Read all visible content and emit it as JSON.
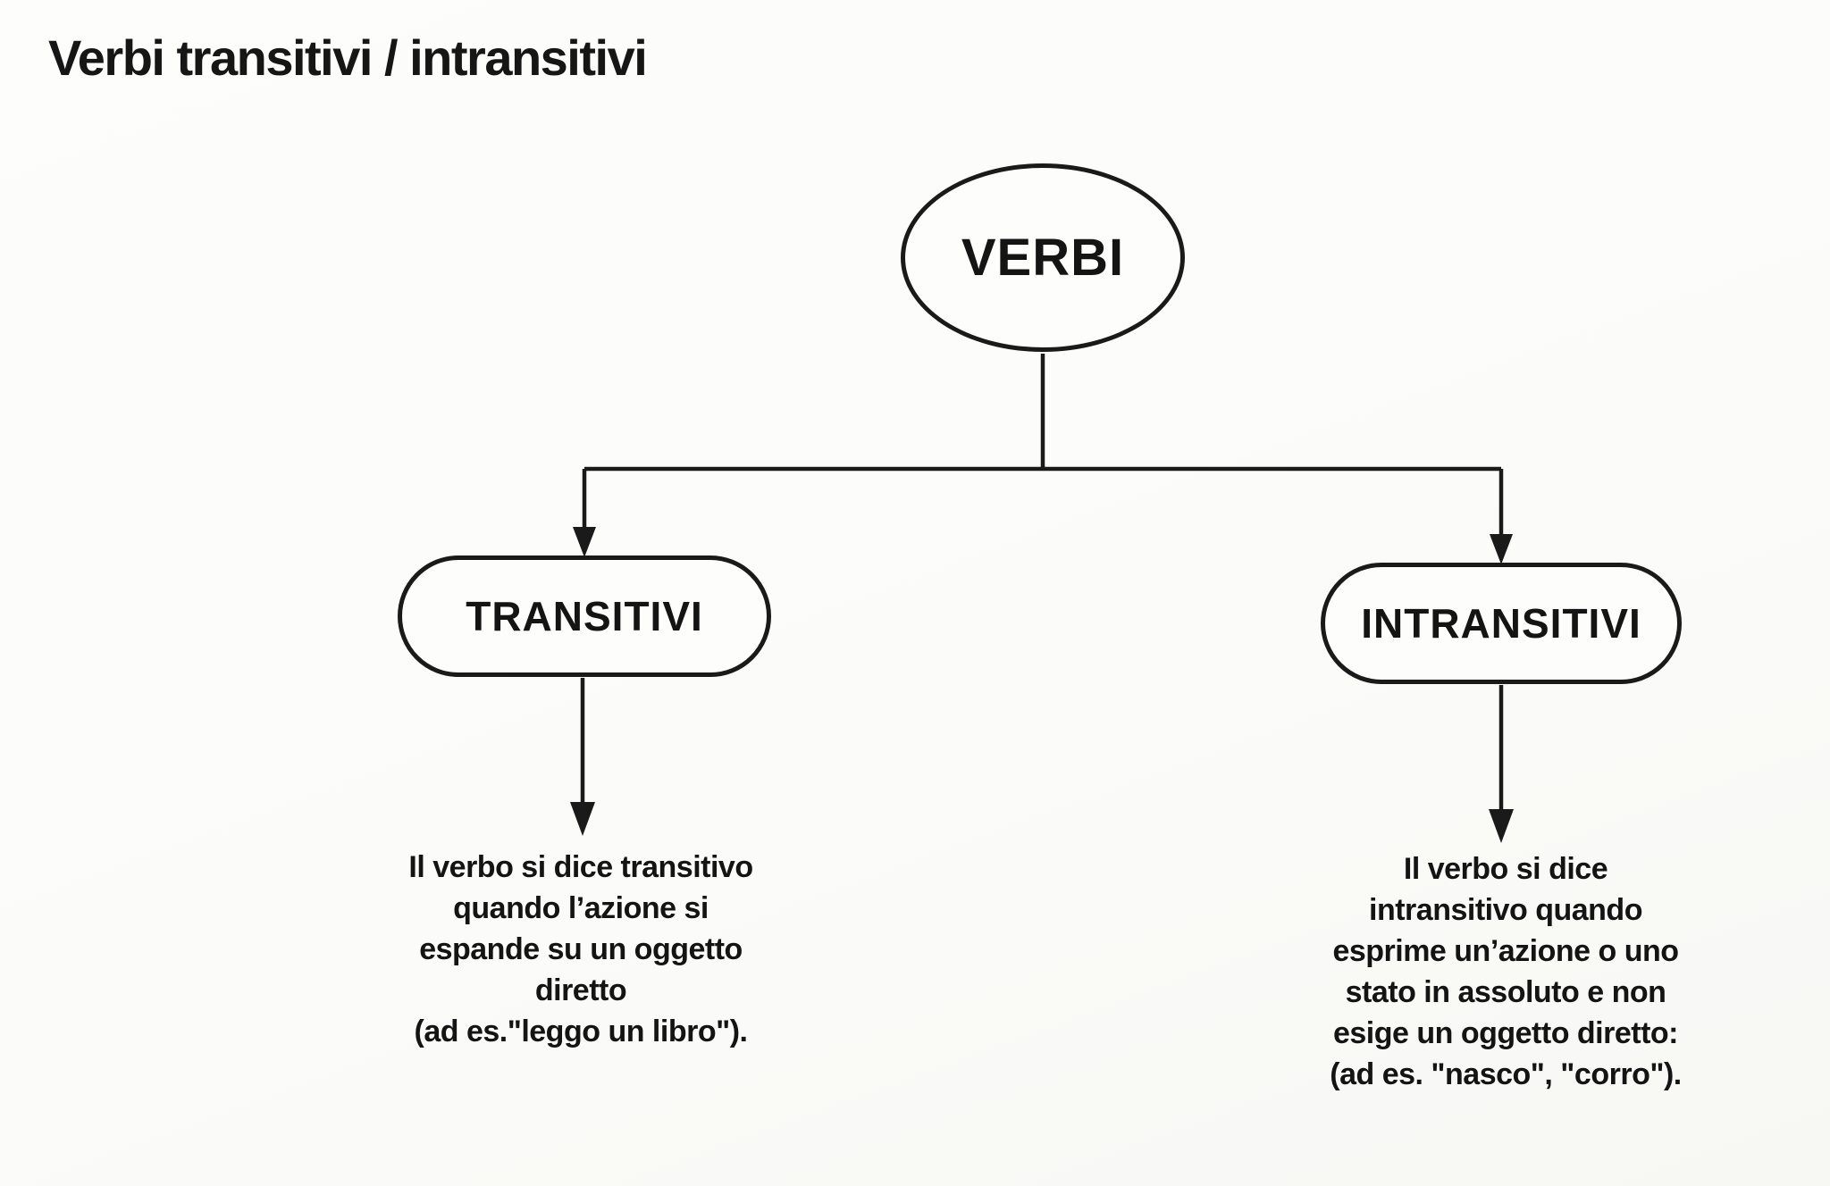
{
  "page": {
    "title": "Verbi transitivi / intransitivi"
  },
  "colors": {
    "ink": "#1a1a1a",
    "paper": "#fdfdfc"
  },
  "diagram": {
    "type": "tree",
    "root": {
      "label": "VERBI"
    },
    "branches": [
      {
        "label": "TRANSITIVI",
        "description": "Il verbo si dice transitivo\nquando l’azione si\nespande su un oggetto\ndiretto\n(ad es.\"leggo un libro\")."
      },
      {
        "label": "INTRANSITIVI",
        "description": "Il verbo si dice\nintransitivo quando\nesprime un’azione o uno\nstato in assoluto e non\nesige un oggetto diretto:\n(ad es. \"nasco\", \"corro\")."
      }
    ]
  }
}
